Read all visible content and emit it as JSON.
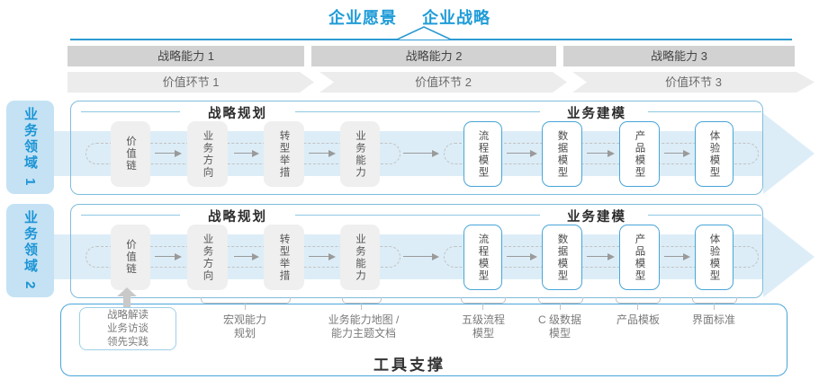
{
  "header": {
    "vision": "企业愿景",
    "strategy": "企业战略"
  },
  "capabilities": [
    "战略能力 1",
    "战略能力 2",
    "战略能力 3"
  ],
  "value_links": [
    "价值环节 1",
    "价值环节 2",
    "价值环节 3"
  ],
  "domains": [
    "业务领域 1",
    "业务领域 2"
  ],
  "sections": {
    "planning": "战略规划",
    "modeling": "业务建模"
  },
  "boxes": [
    {
      "label": "价值链"
    },
    {
      "label": "业务方向"
    },
    {
      "label": "转型举措"
    },
    {
      "label": "业务能力"
    },
    {
      "label": "流程模型"
    },
    {
      "label": "数据模型"
    },
    {
      "label": "产品模型"
    },
    {
      "label": "体验模型"
    }
  ],
  "annotations": {
    "interview": {
      "lines": [
        "战略解读",
        "业务访谈",
        "领先实践"
      ]
    },
    "groups": [
      {
        "lines": [
          "宏观能力",
          "规划"
        ]
      },
      {
        "lines": [
          "业务能力地图 /",
          "能力主题文档"
        ]
      },
      {
        "lines": [
          "五级流程",
          "模型"
        ]
      },
      {
        "lines": [
          "C 级数据",
          "模型"
        ]
      },
      {
        "lines": [
          "产品模板"
        ]
      },
      {
        "lines": [
          "界面标准"
        ]
      }
    ]
  },
  "tool_support": {
    "label": "工具支撑"
  },
  "colors": {
    "accent_blue": "#1f9cd8",
    "line_blue": "#2b9ad2",
    "box_border_blue": "#48a5d9",
    "band_blue": "#dcedf7",
    "domain_fill": "#c4e2f4",
    "bar_gray": "#d2d2d2",
    "chevron_gray": "#ececec",
    "box_gray": "#efefef",
    "annotation_gray": "#7a7a7a"
  }
}
